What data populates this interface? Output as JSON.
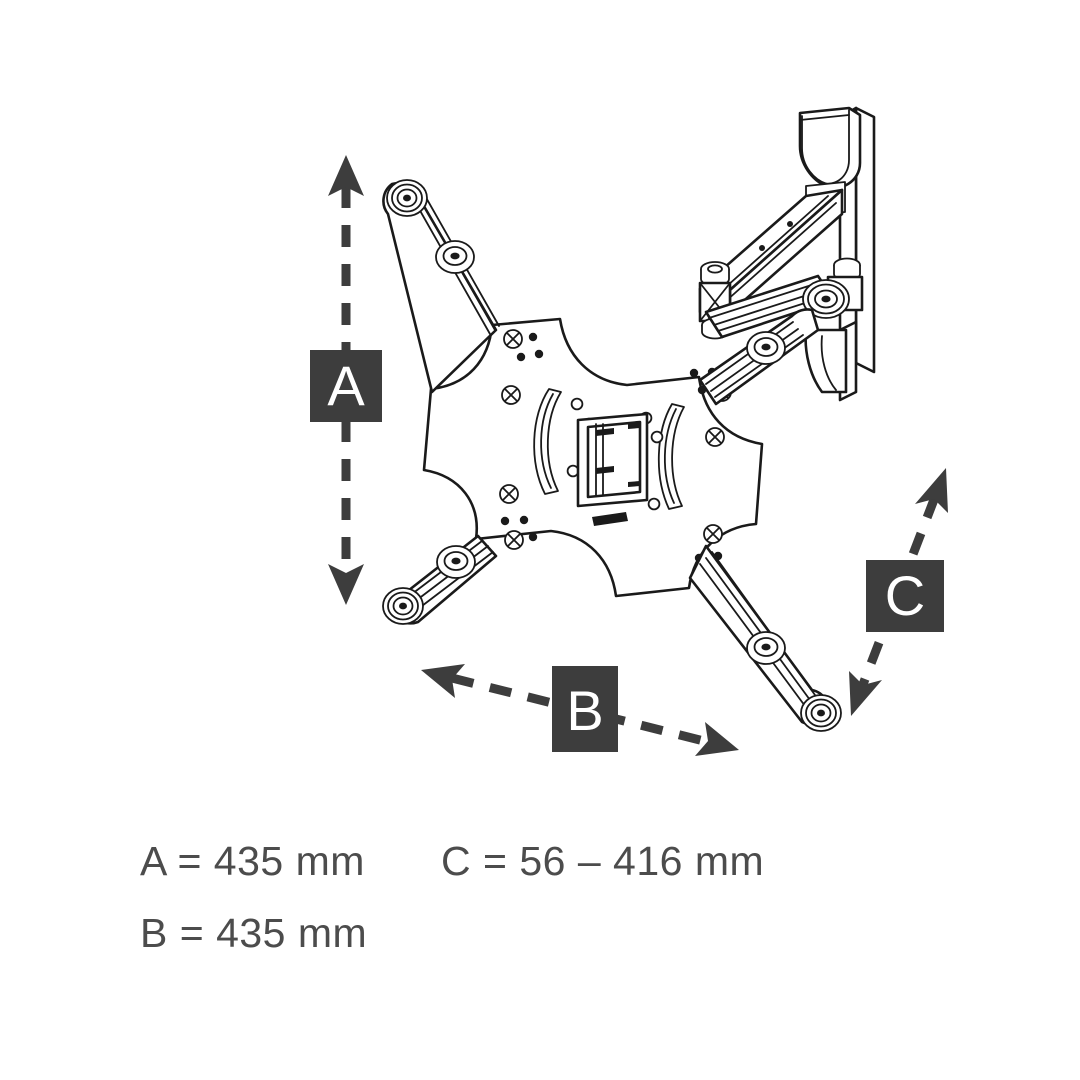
{
  "page": {
    "background_color": "#ffffff",
    "ink_color": "#1a1a1a",
    "badge_color": "#3d3d3d",
    "badge_text_color": "#ffffff",
    "caption_color": "#4c4c4c"
  },
  "product": {
    "type": "tv-wall-mount-bracket",
    "description": "Full-motion articulating TV wall mount, isometric line drawing"
  },
  "dimension_labels": {
    "a": "A",
    "b": "B",
    "c": "C"
  },
  "captions": {
    "a": "A = 435 mm",
    "b": "B = 435 mm",
    "c": "C = 56 – 416 mm"
  },
  "chart_data": {
    "type": "table",
    "title": "",
    "categories": [
      "A",
      "B",
      "C"
    ],
    "rows": [
      {
        "label": "A",
        "text": "A = 435 mm",
        "value_min": 435,
        "value_max": 435,
        "unit": "mm"
      },
      {
        "label": "B",
        "text": "B = 435 mm",
        "value_min": 435,
        "value_max": 435,
        "unit": "mm"
      },
      {
        "label": "C",
        "text": "C = 56 – 416 mm",
        "value_min": 56,
        "value_max": 416,
        "unit": "mm"
      }
    ]
  }
}
